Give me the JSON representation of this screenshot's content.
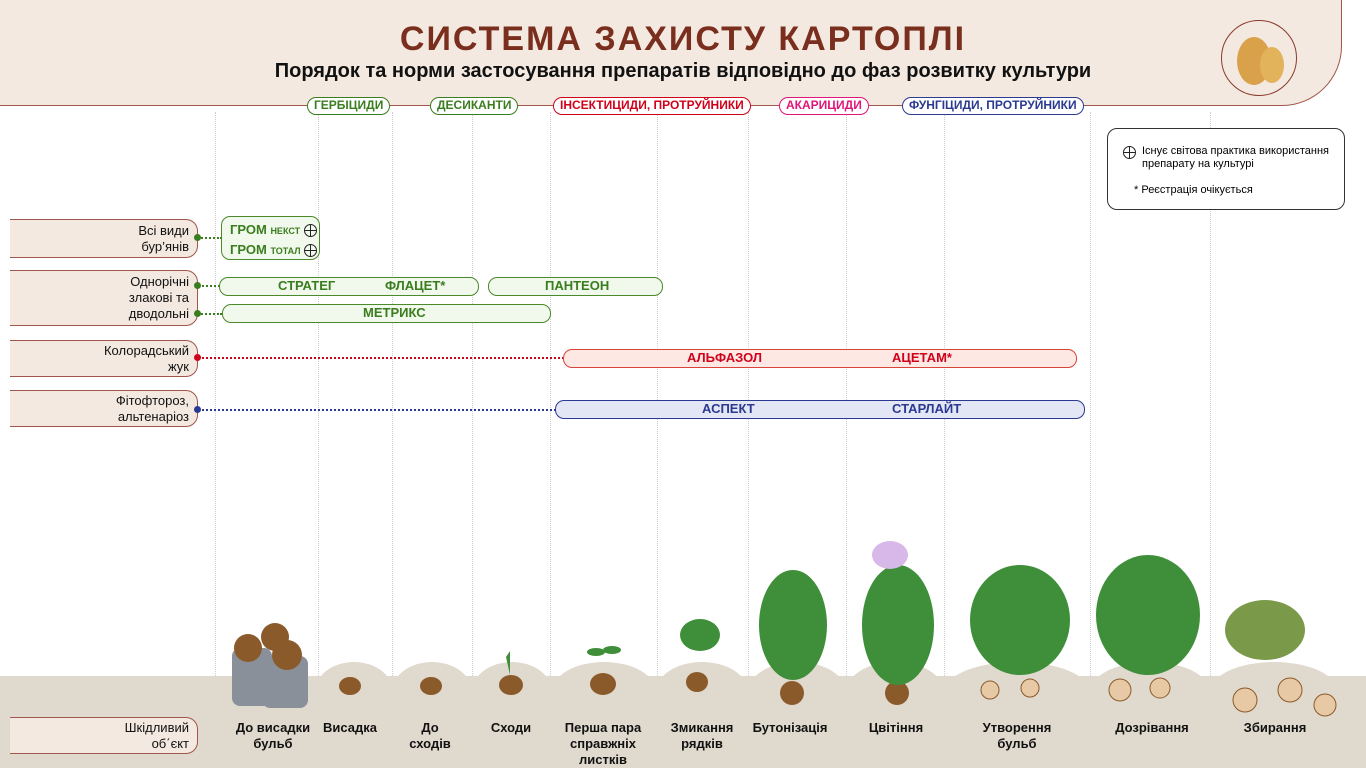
{
  "header": {
    "title": "СИСТЕМА  ЗАХИСТУ  КАРТОПЛІ",
    "subtitle": "Порядок та норми застосування препаратів відповідно до фаз розвитку культури"
  },
  "categories": [
    {
      "label": "ГЕРБІЦИДИ",
      "color": "#3a7d1e"
    },
    {
      "label": "ДЕСИКАНТИ",
      "color": "#3a7d1e"
    },
    {
      "label": "ІНСЕКТИЦИДИ, ПРОТРУЙНИКИ",
      "color": "#d0021b"
    },
    {
      "label": "АКАРИЦИДИ",
      "color": "#e0157a"
    },
    {
      "label": "ФУНГІЦИДИ, ПРОТРУЙНИКИ",
      "color": "#2b3990"
    }
  ],
  "legend": {
    "globe_text": "Існує світова практика використання препарату на культурі",
    "asterisk_text": "* Реєстрація очікується"
  },
  "pests": [
    "Всі види бур’янів",
    "Однорічні злакові та дводольні",
    "Колорадський жук",
    "Фітофтороз, альтенаріоз"
  ],
  "pest_header": "Шкідливий об΄єкт",
  "products": {
    "grom1": "ГРОМ",
    "grom1_sub": "НЕКСТ",
    "grom2": "ГРОМ",
    "grom2_sub": "ТОТАЛ",
    "strateg": "СТРАТЕГ",
    "flacet": "ФЛАЦЕТ*",
    "panteon": "ПАНТЕОН",
    "metriks": "МЕТРИКС",
    "alfazol": "АЛЬФАЗОЛ",
    "acetam": "АЦЕТАМ*",
    "aspekt": "АСПЕКТ",
    "starlait": "СТАРЛАЙТ"
  },
  "stages": [
    "До висадки бульб",
    "Висадка",
    "До сходів",
    "Сходи",
    "Перша пара справжніх листків",
    "Змикання рядків",
    "Бутонізація",
    "Цвітіння",
    "Утворення бульб",
    "Дозрівання",
    "Збирання"
  ]
}
